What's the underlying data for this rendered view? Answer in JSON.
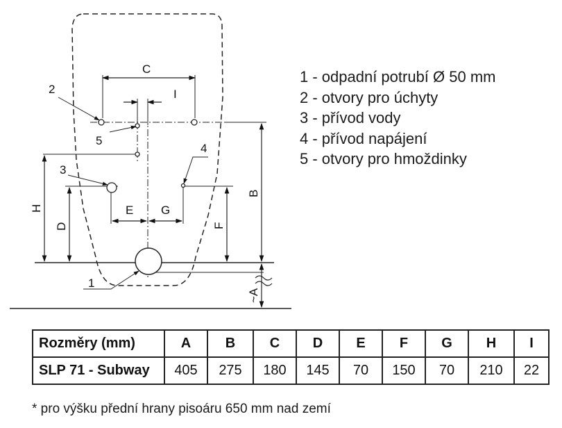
{
  "drawing": {
    "labels": {
      "A": "~A",
      "B": "B",
      "C": "C",
      "D": "D",
      "E": "E",
      "F": "F",
      "G": "G",
      "H": "H",
      "I": "I",
      "n1": "1",
      "n2": "2",
      "n3": "3",
      "n4": "4",
      "n5": "5"
    }
  },
  "legend": [
    "1 - odpadní potrubí Ø 50 mm",
    "2 - otvory pro úchyty",
    "3 - přívod vody",
    "4 - přívod napájení",
    "5 - otvory pro hmoždinky"
  ],
  "table": {
    "header": [
      "Rozměry (mm)",
      "A",
      "B",
      "C",
      "D",
      "E",
      "F",
      "G",
      "H",
      "I"
    ],
    "row": [
      "SLP 71 - Subway",
      "405",
      "275",
      "180",
      "145",
      "70",
      "150",
      "70",
      "210",
      "22"
    ]
  },
  "footnote": "* pro výšku přední hrany pisoáru 650 mm nad zemí"
}
